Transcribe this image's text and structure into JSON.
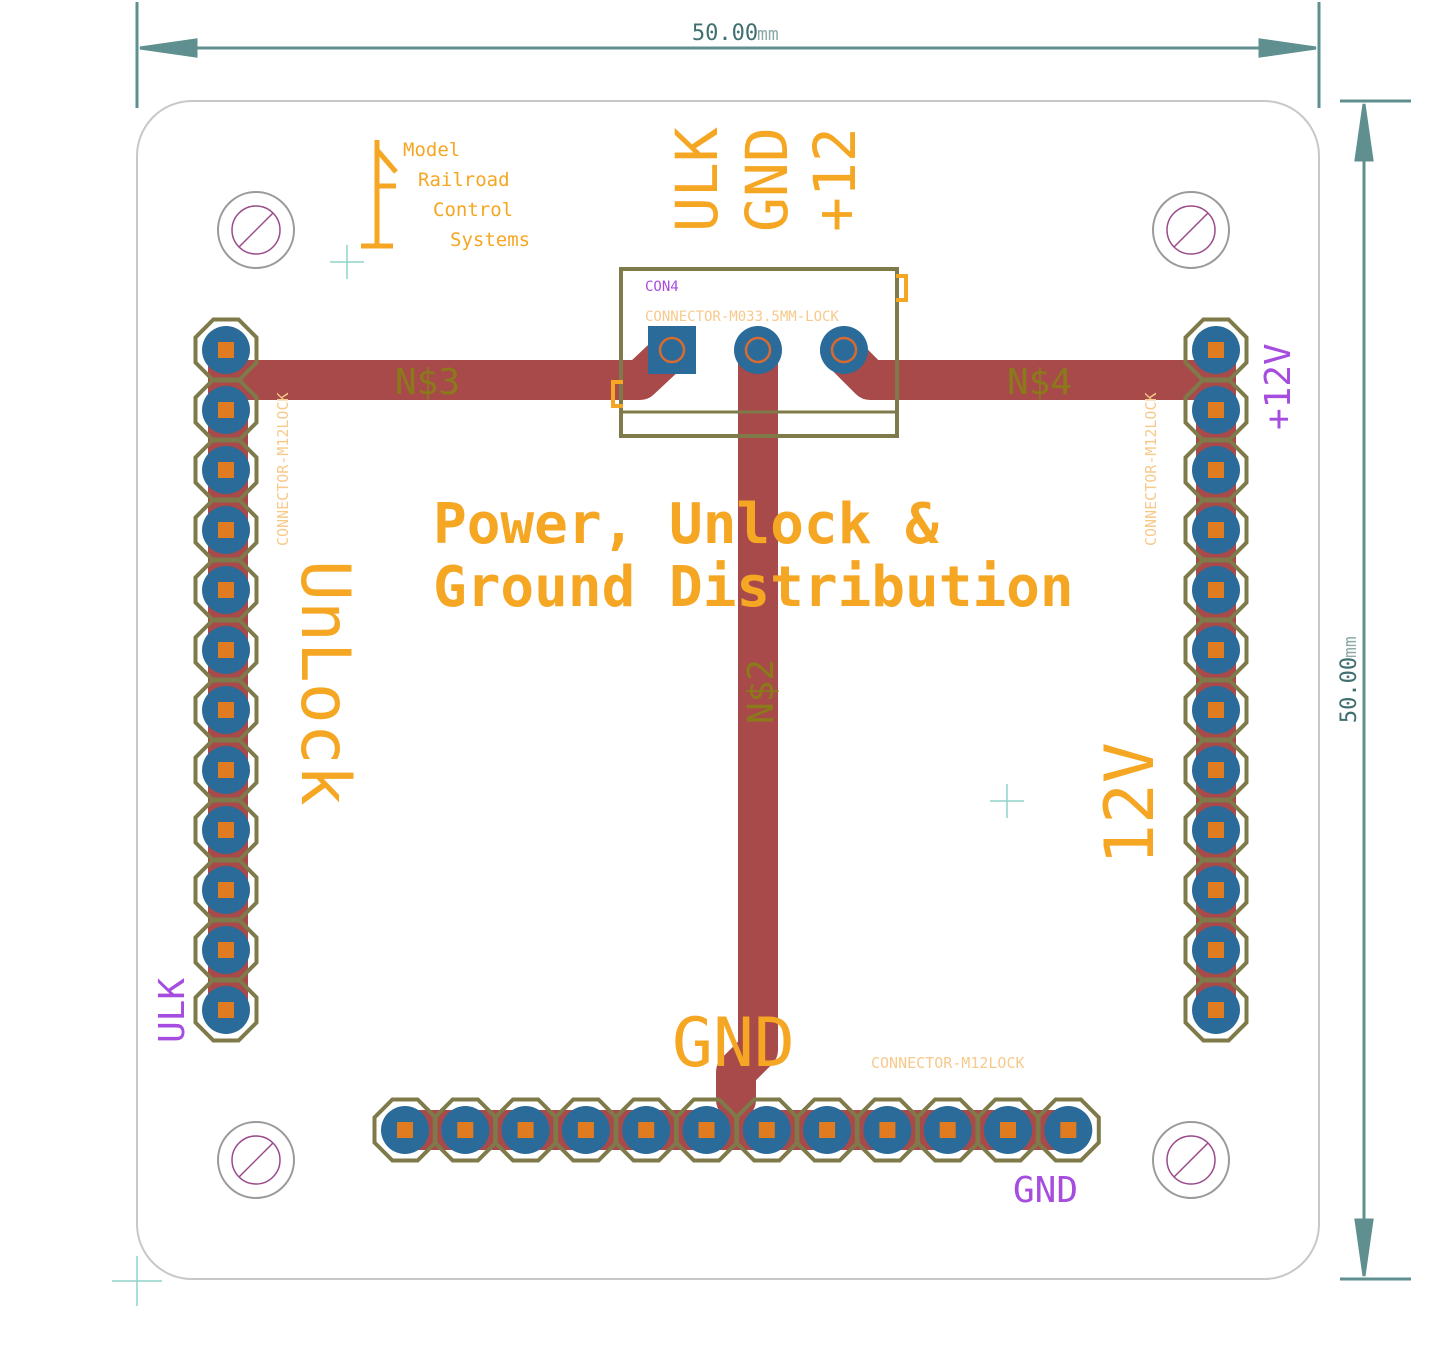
{
  "dimensions": {
    "horizontal": {
      "value": "50.00",
      "unit": "mm"
    },
    "vertical": {
      "value": "50.00",
      "unit": "mm"
    }
  },
  "logo": {
    "lines": [
      "Model",
      "Railroad",
      "Control",
      "Systems"
    ]
  },
  "top_labels": [
    "ULK",
    "GND",
    "+12"
  ],
  "connector": {
    "name": "CON4",
    "value": "CONNECTOR-M033.5MM-LOCK"
  },
  "nets": {
    "left": "N$3",
    "right": "N$4",
    "center": "N$2"
  },
  "title": {
    "line1": "Power, Unlock &",
    "line2": "Ground Distribution"
  },
  "headers": {
    "left": {
      "value": "CONNECTOR-M12LOCK",
      "side_label": "UnLock",
      "pin_label": "ULK",
      "pins": 12
    },
    "right": {
      "value": "CONNECTOR-M12LOCK",
      "side_label": "12V",
      "pin_label": "+12V",
      "pins": 12
    },
    "bottom": {
      "value": "CONNECTOR-M12LOCK",
      "side_label": "GND",
      "pin_label": "GND",
      "pins": 12
    }
  },
  "colors": {
    "trace": "#a84a4a",
    "pad": "#2a6b9a",
    "drill": "#e07b20",
    "outline": "#7f7a4a",
    "silkscreen": "#f5a623",
    "board_edge": "#c8c8c8",
    "dimension": "#3f6f6e",
    "name_label": "#a64de0"
  }
}
